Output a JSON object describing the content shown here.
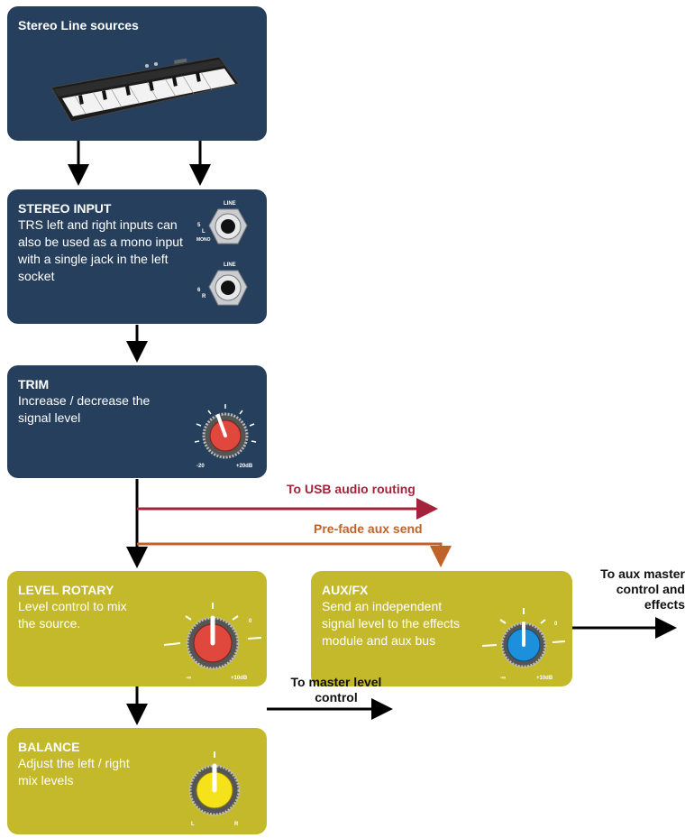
{
  "sources": {
    "title": "Stereo Line sources"
  },
  "stereo_input": {
    "title": "STEREO INPUT",
    "desc": "TRS left and right inputs can also be used as a mono input with a single jack in the left socket",
    "jack1": {
      "top": "LINE",
      "num": "5",
      "side": "L",
      "mono": "MONO"
    },
    "jack2": {
      "top": "LINE",
      "num": "6",
      "side": "R"
    }
  },
  "trim": {
    "title": "TRIM",
    "desc": "Increase / decrease the signal level",
    "min": "-20",
    "max": "+20dB",
    "color": "#e0483e"
  },
  "routing": {
    "usb": "To USB audio routing",
    "prefade": "Pre-fade aux send"
  },
  "level": {
    "title": "LEVEL ROTARY",
    "desc": "Level control to mix the source.",
    "min": "-∞",
    "zero": "0",
    "max": "+10dB",
    "color": "#e0483e"
  },
  "aux": {
    "title": "AUX/FX",
    "desc": "Send an independent signal level to the effects module and aux bus",
    "min": "-∞",
    "zero": "0",
    "max": "+10dB",
    "color": "#1c8fdd"
  },
  "aux_out": {
    "label": "To aux master control and effects"
  },
  "balance": {
    "title": "BALANCE",
    "desc": "Adjust the left / right mix levels",
    "left": "L",
    "right": "R",
    "color": "#f5e21a"
  },
  "master_out": {
    "label": "To master level control"
  },
  "colors": {
    "navy": "#263f5c",
    "olive": "#c3b92a",
    "usb_arrow": "#a3243a",
    "prefade_arrow": "#c0632a"
  }
}
